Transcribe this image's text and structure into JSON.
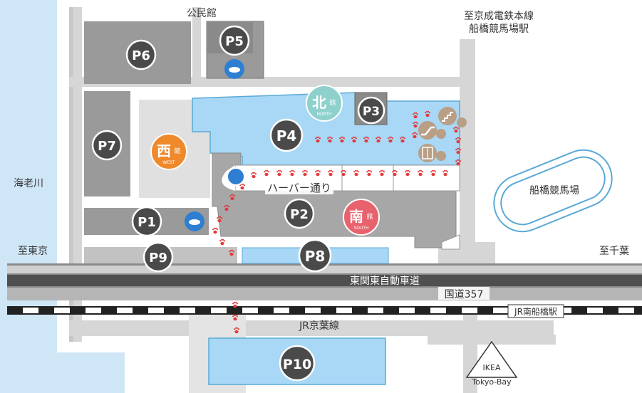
{
  "map": {
    "labels": {
      "kouminkan": "公民館",
      "keisei_line_1": "至京成電鉄本線",
      "keisei_line_2": "船橋競馬場駅",
      "ebigawa": "海老川",
      "to_tokyo": "至東京",
      "to_chiba": "至千葉",
      "harbor_street": "ハーバー通り",
      "racecourse": "船橋競馬場",
      "expressway": "東関東自動車道",
      "route357": "国道357",
      "jr_keiyo": "JR京葉線",
      "jr_station": "JR南船橋駅",
      "ikea_1": "IKEA",
      "ikea_2": "Tokyo-Bay"
    },
    "parking": {
      "p1": "P1",
      "p2": "P2",
      "p3": "P3",
      "p4": "P4",
      "p5": "P5",
      "p6": "P6",
      "p7": "P7",
      "p8": "P8",
      "p9": "P9",
      "p10": "P10"
    },
    "buildings": {
      "north": {
        "kanji": "北",
        "kan": "館",
        "en": "NORTH",
        "color": "#8ed0cc"
      },
      "west": {
        "kanji": "西",
        "kan": "館",
        "en": "WEST",
        "color": "#ee8a2c"
      },
      "south": {
        "kanji": "南",
        "kan": "館",
        "en": "SOUTH",
        "color": "#e8626e"
      }
    },
    "colors": {
      "water": "#cfe6f7",
      "lot_blue": "#a8d8f5",
      "building_gray": "#9a9a9a",
      "pin_dark": "#4a4a4a",
      "footprint": "#e33a3a",
      "facility_icon": "#b89f86",
      "ev_icon": "#2e7fd1"
    },
    "icons": [
      "ev-charging-icon",
      "elevator-icon",
      "escalator-icon",
      "stairs-icon",
      "footprint-icon"
    ]
  }
}
